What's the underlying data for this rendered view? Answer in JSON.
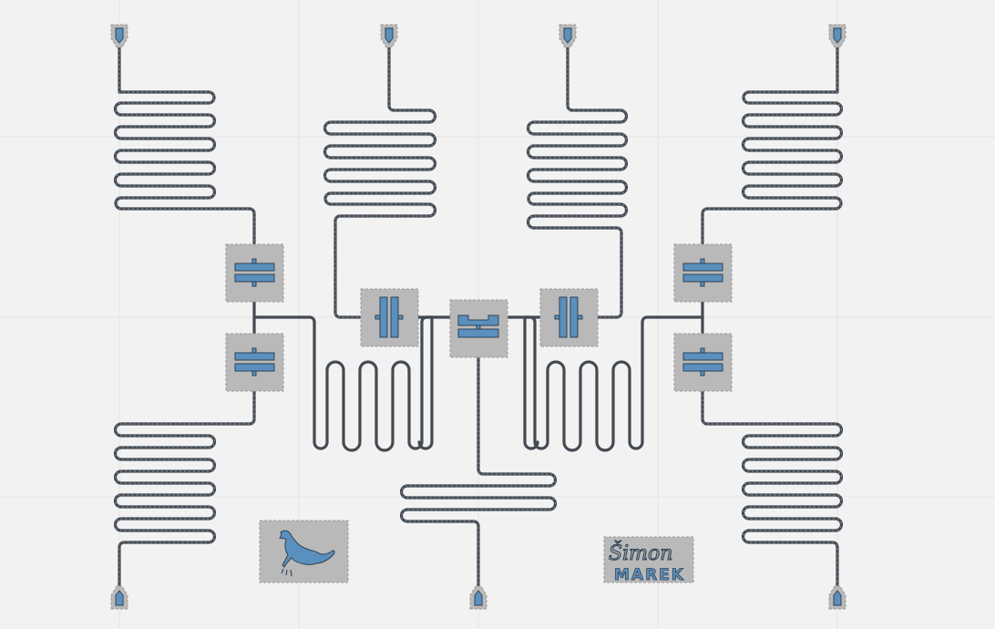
{
  "diagram": {
    "kind": "superconducting-qubit-chip-layout",
    "colors": {
      "background": "#f2f2f2",
      "gridline": "#e4e4e4",
      "trace": "#434a52",
      "metal": "#5b8fbd",
      "metal_outline": "#2e4357",
      "ground_cutout": "#b9b9b9"
    },
    "components": {
      "launch_pads": 7,
      "readout_resonators": 9,
      "coupler_boxes": 7,
      "logos": 2
    },
    "logo_signature_text": {
      "name": "Šimon",
      "surname": "MAREK"
    }
  }
}
